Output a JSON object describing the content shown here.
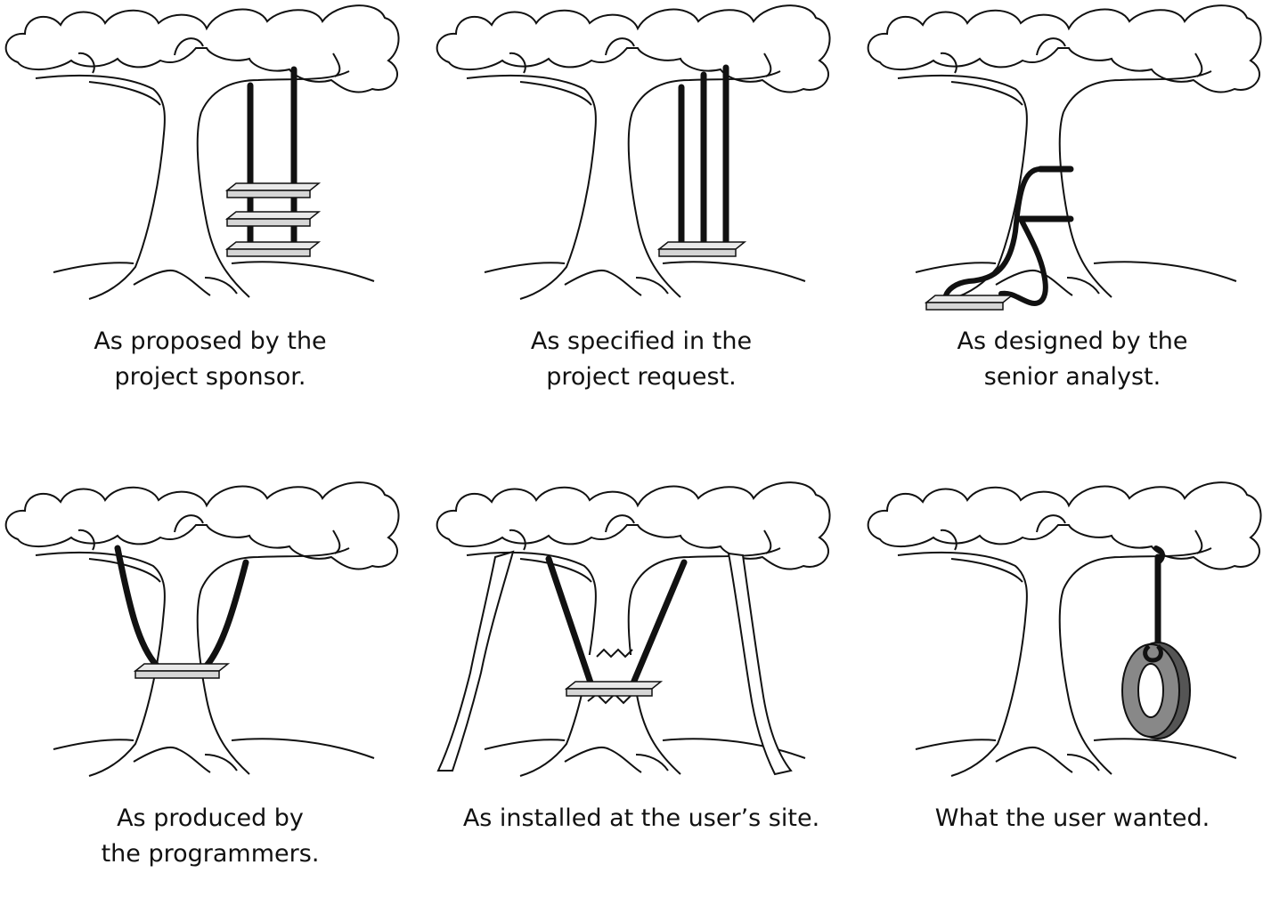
{
  "panels": [
    {
      "id": "sponsor",
      "caption": [
        "As proposed by the",
        "project sponsor."
      ]
    },
    {
      "id": "request",
      "caption": [
        "As specified in the",
        "project request."
      ]
    },
    {
      "id": "analyst",
      "caption": [
        "As designed by the",
        "senior analyst."
      ]
    },
    {
      "id": "programmers",
      "caption": [
        "As produced by",
        "the programmers."
      ]
    },
    {
      "id": "installed",
      "caption": [
        "As installed at the user’s site."
      ]
    },
    {
      "id": "wanted",
      "caption": [
        "What the user wanted."
      ]
    }
  ],
  "icons": {
    "tree": "tree-icon",
    "swing": "swing-icon",
    "tire": "tire-swing-icon"
  }
}
